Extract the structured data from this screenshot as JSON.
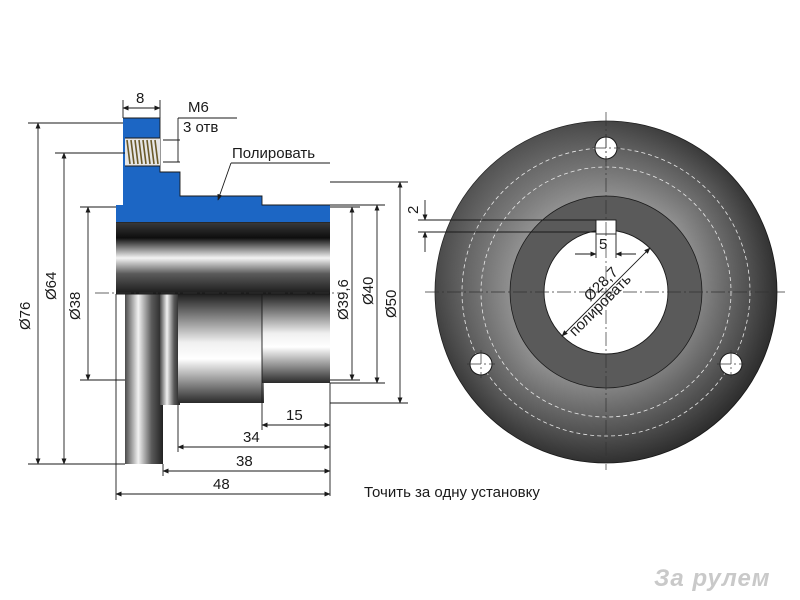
{
  "labels": {
    "thread": "М6",
    "holes": "3 отв",
    "polish": "Полировать",
    "d28": "Ø28,7",
    "d28_polish": "полировать",
    "machining_note": "Точить за одну установку",
    "logo": "За рулем"
  },
  "dims": {
    "w8": "8",
    "w15": "15",
    "w34": "34",
    "w38": "38",
    "w48": "48",
    "d76": "Ø76",
    "d64": "Ø64",
    "d38": "Ø38",
    "d39_6": "Ø39,6",
    "d40": "Ø40",
    "d50": "Ø50",
    "key_depth": "2",
    "key_width": "5"
  },
  "colors": {
    "section_fill": "#1c66c4",
    "metal_dark": "#3a3a3a",
    "metal_light": "#f2f2f2",
    "logo": "#c9c9c9"
  }
}
